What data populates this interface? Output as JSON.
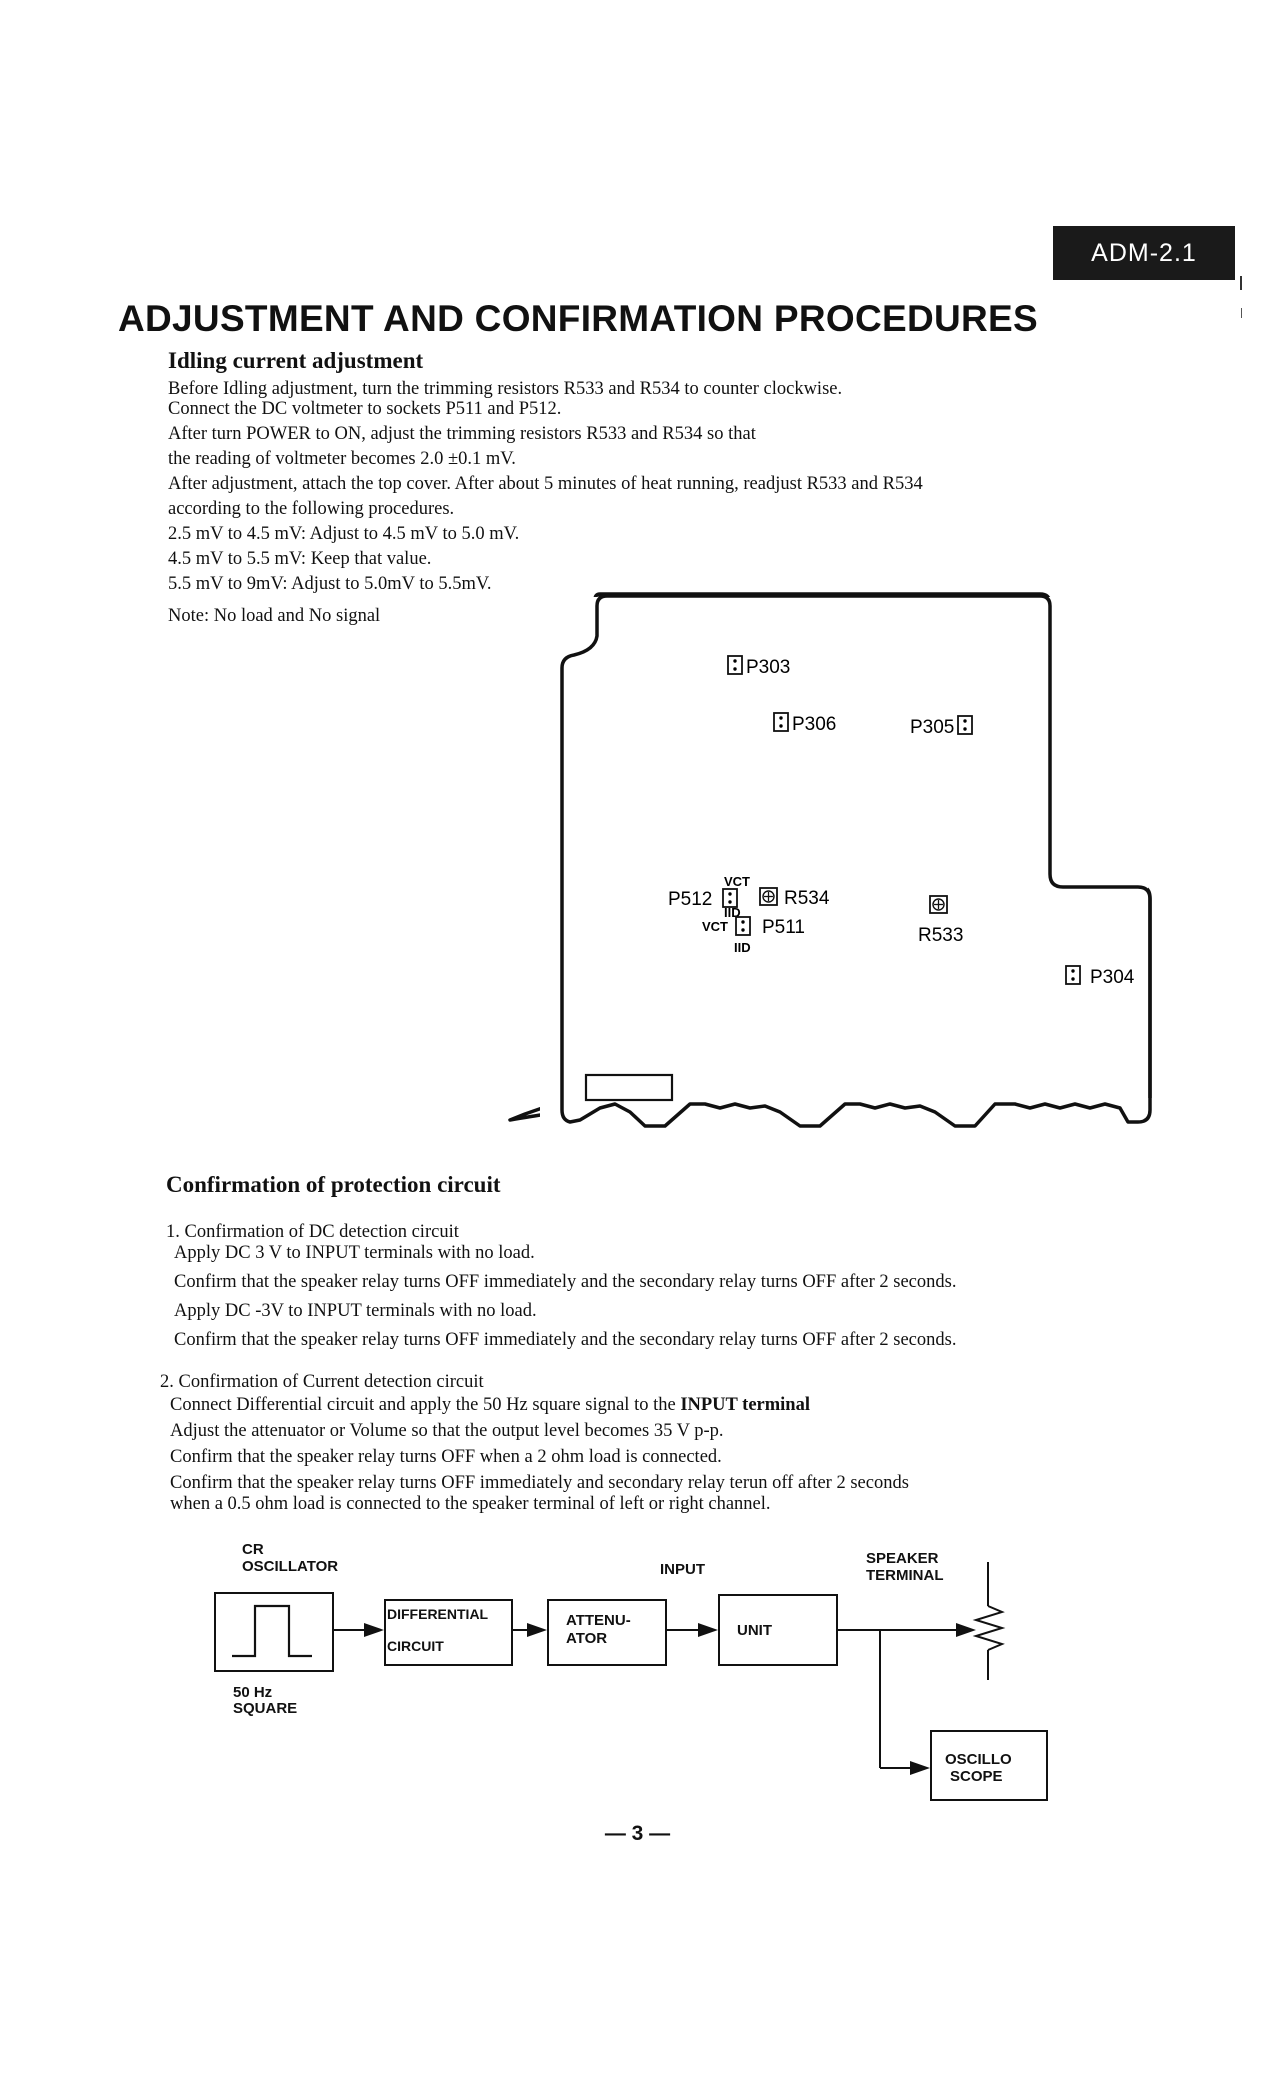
{
  "header": {
    "tab_label": "ADM-2.1",
    "page_title": "ADJUSTMENT AND CONFIRMATION PROCEDURES"
  },
  "idling": {
    "heading": "Idling current adjustment",
    "lines": [
      "Before Idling adjustment, turn the trimming resistors R533 and  R534 to counter clockwise.",
      "Connect  the DC voltmeter to sockets P511 and  P512.",
      "After turn POWER to ON, adjust the trimming resistors R533  and R534 so that",
      "the reading of voltmeter becomes 2.0 ±0.1 mV.",
      "After adjustment, attach the top cover. After about 5 minutes of heat running, readjust R533 and R534",
      "according to the following procedures.",
      "2.5 mV to 4.5 mV: Adjust to 4.5 mV to 5.0 mV.",
      "4.5 mV to 5.5 mV: Keep that value.",
      "5.5 mV to 9mV: Adjust to 5.0mV to 5.5mV."
    ],
    "note": "Note:  No load and No signal"
  },
  "pcb": {
    "p303": "P303",
    "p306": "P306",
    "p305": "P305",
    "p512": "P512",
    "r534": "R534",
    "p511": "P511",
    "r533": "R533",
    "p304": "P304",
    "vct_top": "VCT",
    "iid_mid": "IID",
    "vct_left": "VCT",
    "iid_bottom": "IID"
  },
  "protection": {
    "heading": "Confirmation of protection circuit",
    "section1_title": "1. Confirmation of DC detection circuit",
    "section1_lines": [
      "Apply DC 3 V to INPUT terminals with no load.",
      "Confirm that the speaker relay turns OFF immediately and the secondary relay turns OFF after 2 seconds.",
      "Apply DC -3V to INPUT terminals with no load.",
      "Confirm that the speaker relay turns OFF immediately and the secondary relay turns OFF after 2 seconds."
    ],
    "section2_title": "2. Confirmation of Current detection circuit",
    "section2_line1_prefix": "Connect  Differential circuit and apply the 50 Hz square signal to the ",
    "section2_line1_bold": "INPUT terminal",
    "section2_lines": [
      "Adjust the attenuator or Volume so that the output level becomes 35 V p-p.",
      "Confirm that the speaker relay turns OFF when a 2 ohm load is connected.",
      "Confirm that the speaker relay turns OFF immediately and secondary relay terun off after 2 seconds",
      "when a 0.5 ohm load is connected to the speaker terminal of left or right channel."
    ]
  },
  "block_diagram": {
    "cr": "CR",
    "oscillator": "OSCILLATOR",
    "freq": "50 Hz",
    "square": "SQUARE",
    "diff_1": "DIFFERENTIAL",
    "diff_2": "CIRCUIT",
    "atten_1": "ATTENU-",
    "atten_2": "ATOR",
    "input": "INPUT",
    "unit": "UNIT",
    "speaker_1": "SPEAKER",
    "speaker_2": "TERMINAL",
    "scope_1": "OSCILLO",
    "scope_2": "SCOPE"
  },
  "footer": {
    "page_number": "— 3 —"
  }
}
